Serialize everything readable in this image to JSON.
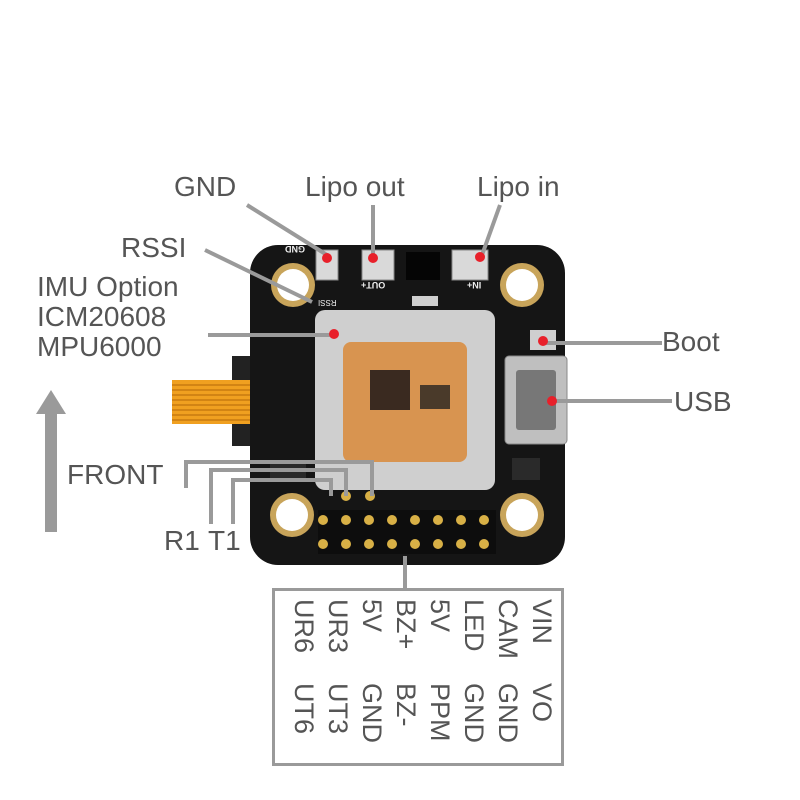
{
  "callouts": {
    "gnd": "GND",
    "lipo_out": "Lipo out",
    "lipo_in": "Lipo in",
    "rssi": "RSSI",
    "imu_line1": "IMU Option",
    "imu_line2": "ICM20608",
    "imu_line3": "MPU6000",
    "boot": "Boot",
    "usb": "USB",
    "front": "FRONT",
    "r1": "R1",
    "t1": "T1"
  },
  "board_silkscreen": {
    "gnd": "GND",
    "rssi": "RSSI",
    "out_plus": "OUT+",
    "in_plus": "IN+"
  },
  "pin_header_columns": [
    {
      "top": "VIN",
      "bottom": "VO"
    },
    {
      "top": "CAM",
      "bottom": "GND"
    },
    {
      "top": "LED",
      "bottom": "GND"
    },
    {
      "top": "5V",
      "bottom": "PPM"
    },
    {
      "top": "BZ+",
      "bottom": "BZ-"
    },
    {
      "top": "5V",
      "bottom": "GND"
    },
    {
      "top": "UR3",
      "bottom": "UT3"
    },
    {
      "top": "UR6",
      "bottom": "UT6"
    }
  ],
  "colors": {
    "leader_line": "#9a9a9a",
    "label_text": "#555555",
    "marker_dot": "#e8202a",
    "board": "#151515",
    "flex_cable": "#f0a020"
  }
}
